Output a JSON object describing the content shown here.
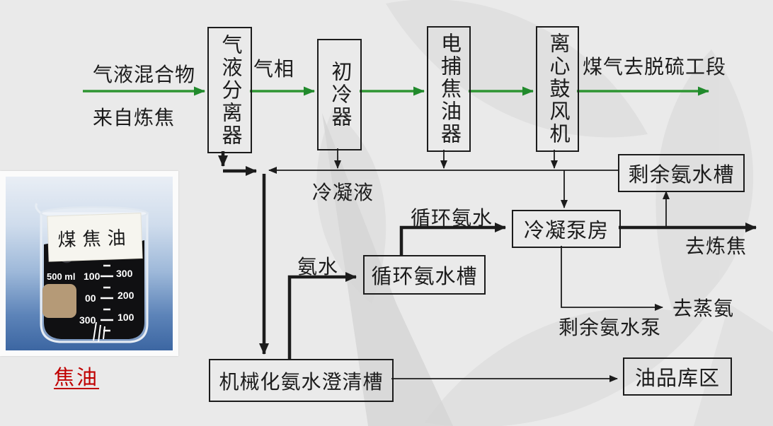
{
  "diagram": {
    "process_boxes": {
      "gas_liquid_separator": "气液分离器",
      "primary_cooler": "初冷器",
      "electric_tar_precipitator": "电捕焦油器",
      "centrifugal_blower": "离心鼓风机",
      "surplus_ammonia_tank": "剩余氨水槽",
      "condensate_pump_house": "冷凝泵房",
      "circulating_ammonia_tank": "循环氨水槽",
      "mechanized_ammonia_clarifier": "机械化氨水澄清槽",
      "oil_depot": "油品库区"
    },
    "stream_labels": {
      "gas_liquid_mixture": "气液混合物",
      "from_coking": "来自炼焦",
      "gas_phase": "气相",
      "gas_to_desulfurization": "煤气去脱硫工段",
      "condensate": "冷凝液",
      "circulating_ammonia": "循环氨水",
      "ammonia_water": "氨水",
      "to_coking": "去炼焦",
      "to_ammonia_distillation": "去蒸氨",
      "surplus_ammonia_pump": "剩余氨水泵"
    },
    "colors": {
      "flow_green": "#2e9532",
      "line_black": "#1c1c1c"
    }
  },
  "photo": {
    "beaker_label": "煤焦油",
    "caption": "焦油",
    "caption_color": "#c00000",
    "scale_left": "500 ml",
    "scale_center": [
      "100",
      "00",
      "300"
    ],
    "scale_right": [
      "300",
      "200",
      "100"
    ]
  }
}
